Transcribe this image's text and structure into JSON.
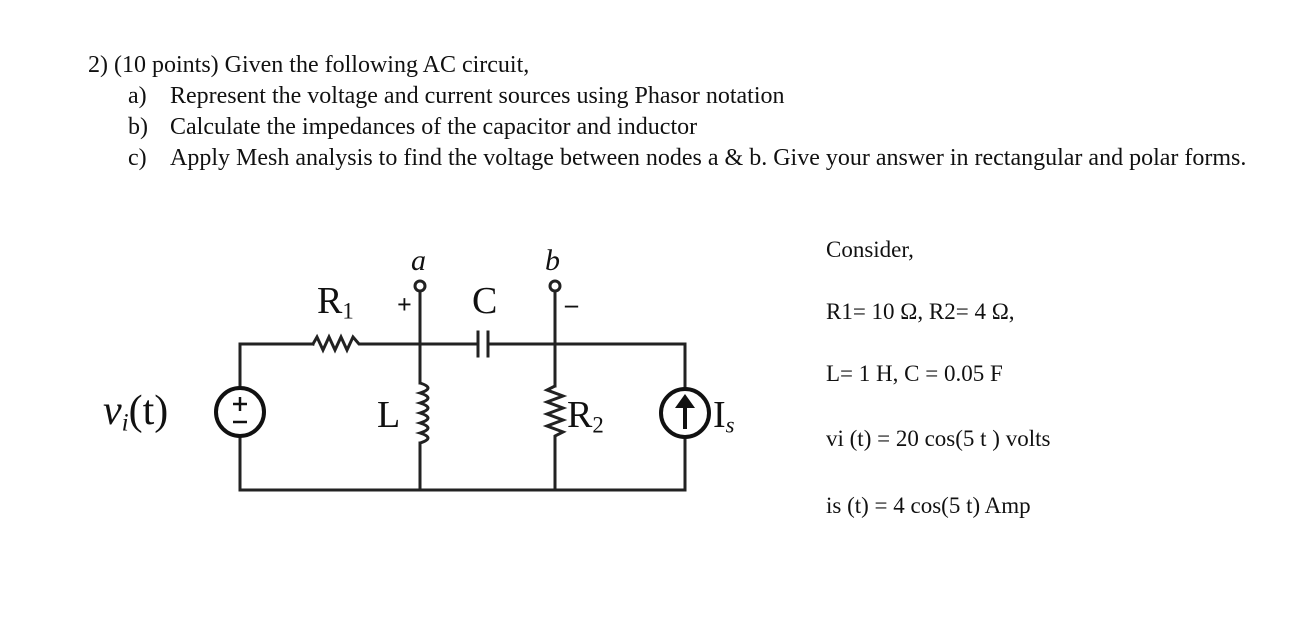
{
  "problem": {
    "heading": "2) (10 points) Given the following AC circuit,",
    "parts": [
      {
        "label": "a)",
        "text": "Represent the voltage and current sources using Phasor notation"
      },
      {
        "label": "b)",
        "text": "Calculate the impedances of the capacitor and inductor"
      },
      {
        "label": "c)",
        "text": "Apply Mesh analysis to find the voltage between nodes a & b. Give your answer in rectangular and polar forms."
      }
    ]
  },
  "circuit": {
    "r1_label": "R",
    "r1_sub": "1",
    "c_label": "C",
    "l_label": "L",
    "r2_label": "R",
    "r2_sub": "2",
    "is_label": "I",
    "is_sub": "s",
    "node_a": "a",
    "node_b": "b",
    "plus_sign": "+",
    "minus_sign": "–",
    "vi_label": "v",
    "vi_sub": "i",
    "vi_arg": "(t)"
  },
  "values": {
    "consider": "Consider,",
    "resistors": "R1= 10 Ω,   R2= 4 Ω,",
    "lc": "L= 1 H,   C = 0.05 F",
    "vi": "vi (t) = 20 cos(5 t ) volts",
    "is": "is (t) = 4 cos(5 t) Amp"
  },
  "icons": {
    "voltage_source": "voltage-source-icon",
    "current_source": "current-source-icon",
    "resistor": "resistor-icon",
    "inductor": "inductor-icon",
    "capacitor": "capacitor-icon"
  }
}
